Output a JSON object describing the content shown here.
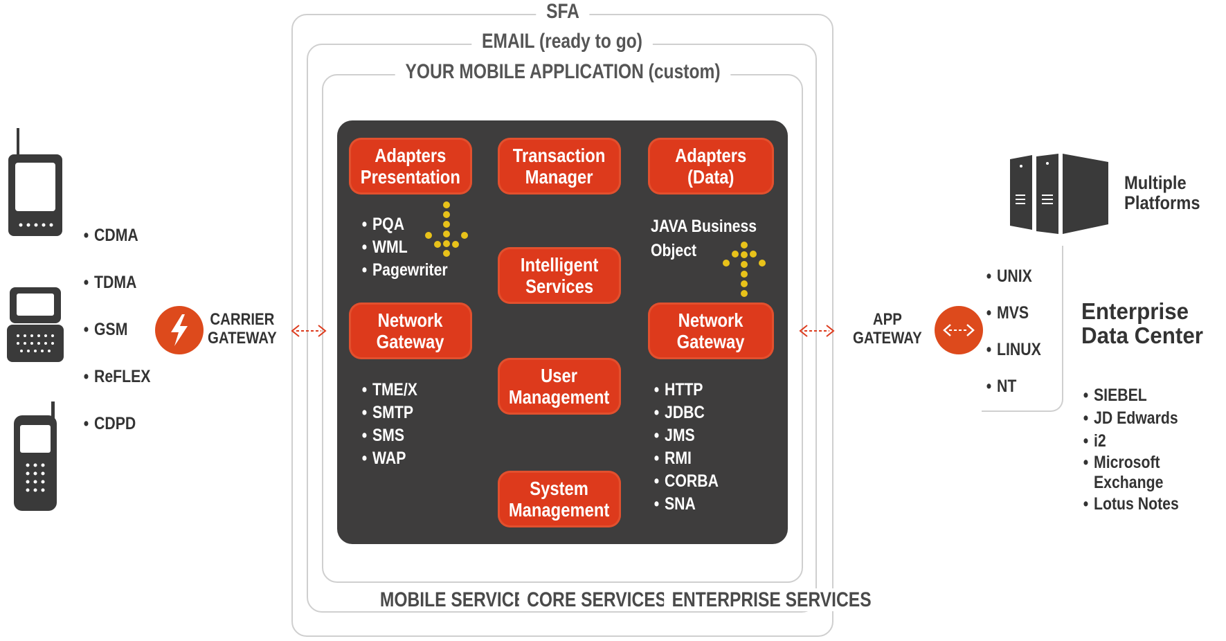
{
  "frames": {
    "sfa": "SFA",
    "email": "EMAIL (ready to go)",
    "custom": "YOUR MOBILE APPLICATION (custom)"
  },
  "bottom_labels": {
    "mobile": "MOBILE\nSERVICES",
    "core": "CORE\nSERVICES",
    "enterprise": "ENTERPRISE\nSERVICES"
  },
  "modules": {
    "adapters_presentation": "Adapters\nPresentation",
    "transaction_manager": "Transaction\nManager",
    "adapters_data": "Adapters\n(Data)",
    "intelligent_services": "Intelligent\nServices",
    "network_gateway_left": "Network\nGateway",
    "network_gateway_right": "Network\nGateway",
    "user_management": "User\nManagement",
    "system_management": "System\nManagement"
  },
  "presentation_list": [
    "PQA",
    "WML",
    "Pagewriter"
  ],
  "java_business_object": "JAVA Business\nObject",
  "mobile_protocols": [
    "TME/X",
    "SMTP",
    "SMS",
    "WAP"
  ],
  "enterprise_protocols": [
    "HTTP",
    "JDBC",
    "JMS",
    "RMI",
    "CORBA",
    "SNA"
  ],
  "networks": [
    "CDMA",
    "TDMA",
    "GSM",
    "ReFLEX",
    "CDPD"
  ],
  "carrier_gateway": "CARRIER\nGATEWAY",
  "app_gateway": "APP\nGATEWAY",
  "platforms_label": "Multiple\nPlatforms",
  "operating_systems": [
    "UNIX",
    "MVS",
    "LINUX",
    "NT"
  ],
  "data_center": "Enterprise\nData Center",
  "enterprise_apps": [
    "SIEBEL",
    "JD Edwards",
    "i2",
    "Microsoft\nExchange",
    "Lotus Notes"
  ],
  "colors": {
    "accent_red": "#dd3a1c",
    "core_background": "#3e3d3d",
    "arrow_yellow": "#e8c21a",
    "icon_dark": "#3a3a3a"
  }
}
